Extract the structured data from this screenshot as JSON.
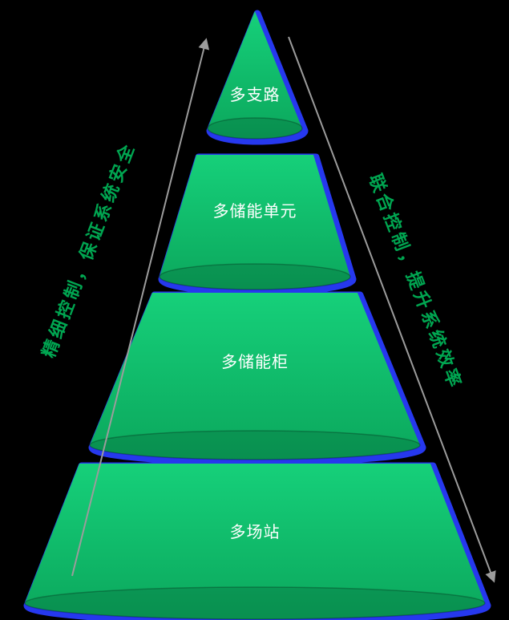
{
  "diagram": {
    "background": "#000000",
    "levels": [
      {
        "id": "branches",
        "label": "多支路"
      },
      {
        "id": "storage-units",
        "label": "多储能单元"
      },
      {
        "id": "storage-cabinets",
        "label": "多储能柜"
      },
      {
        "id": "stations",
        "label": "多场站"
      }
    ],
    "annotations": {
      "left": "精细控制，保证系统安全",
      "right": "联合控制，提升系统效率"
    },
    "colors": {
      "level_fill_top": "#16d07a",
      "level_fill_bottom": "#0ba75c",
      "level_outline": "#2638ee",
      "label_text": "#ffffff",
      "annotation_text": "#00a651",
      "arrow": "#9c9c9c"
    }
  }
}
